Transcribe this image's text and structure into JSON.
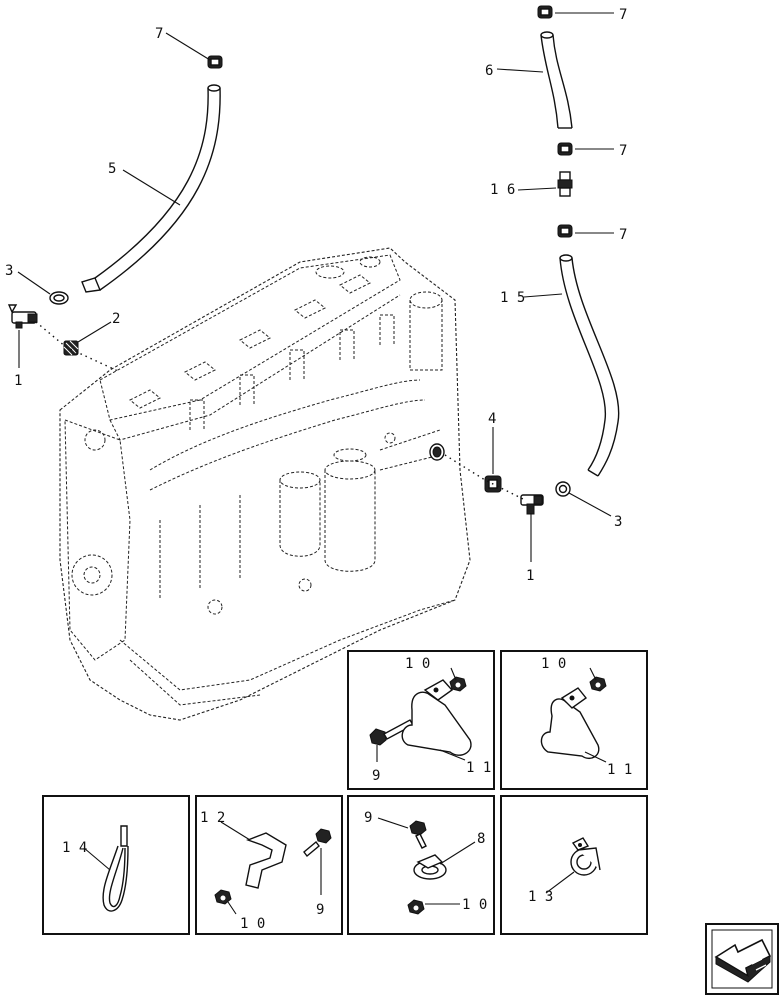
{
  "callouts": {
    "c7a": "7",
    "c5": "5",
    "c3a": "3",
    "c2": "2",
    "c1a": "1",
    "c7b": "7",
    "c6": "6",
    "c7c": "7",
    "c16": "1 6",
    "c7d": "7",
    "c15": "1 5",
    "c4": "4",
    "c3b": "3",
    "c1b": "1",
    "box1_10": "1 0",
    "box1_9": "9",
    "box1_11": "1 1",
    "box2_10": "1 0",
    "box2_11": "1 1",
    "box3_14": "1 4",
    "box4_12": "1 2",
    "box4_10": "1 0",
    "box4_9": "9",
    "box5_9": "9",
    "box5_8": "8",
    "box5_10": "1 0",
    "box6_13": "1 3"
  },
  "icons": {
    "nav": "next-page-arrow-icon"
  }
}
